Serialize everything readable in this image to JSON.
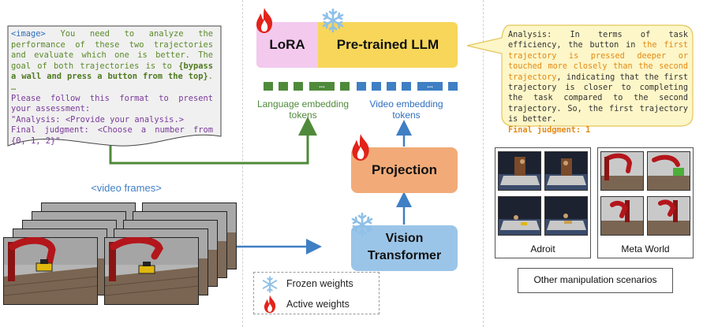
{
  "prompt": {
    "image_tag": "<image>",
    "line1": " You need to analyze the performance of these two trajectories and evaluate which one is better. The goal of both trajectories is to ",
    "goal": "{bypass a wall and press a button from the top}",
    "line1_end": ". …",
    "format_line": "Please follow this format to present your assessment:",
    "analysis_line": "\"Analysis: <Provide your analysis.>",
    "judgment_line": "Final judgment: <Choose a number from {0, 1, 2}\""
  },
  "llm": {
    "lora_label": "LoRA",
    "llm_label": "Pre-trained LLM"
  },
  "tokens": {
    "dots": "..."
  },
  "labels": {
    "language_tokens": "Language embedding tokens",
    "video_tokens": "Video embedding tokens",
    "projection": "Projection",
    "vision_transformer": "Vision Transformer",
    "video_frames": "<video frames>"
  },
  "legend": {
    "frozen": "Frozen weights",
    "active": "Active weights"
  },
  "analysis": {
    "prefix": "Analysis: In terms of task efficiency, the button in ",
    "highlight": "the first trajectory is pressed deeper or touched more closely than the second trajectory",
    "suffix": ", indicating that the first trajectory is closer to completing the task compared to the second trajectory. So, the first trajectory is better.",
    "judgment": "Final judgment: 1"
  },
  "scenarios": {
    "adroit": "Adroit",
    "meta_world": "Meta World",
    "other": "Other manipulation scenarios"
  },
  "colors": {
    "lora": "#f3c9ee",
    "llm": "#f7d65a",
    "projection": "#f2ab78",
    "vit": "#9bc5e8",
    "language": "#4f8a3a",
    "video": "#3f7fc4",
    "bubble": "#fdf6c8",
    "highlight": "#e28a14"
  },
  "icons": {
    "frozen": "snowflake-icon",
    "active": "flame-icon"
  }
}
